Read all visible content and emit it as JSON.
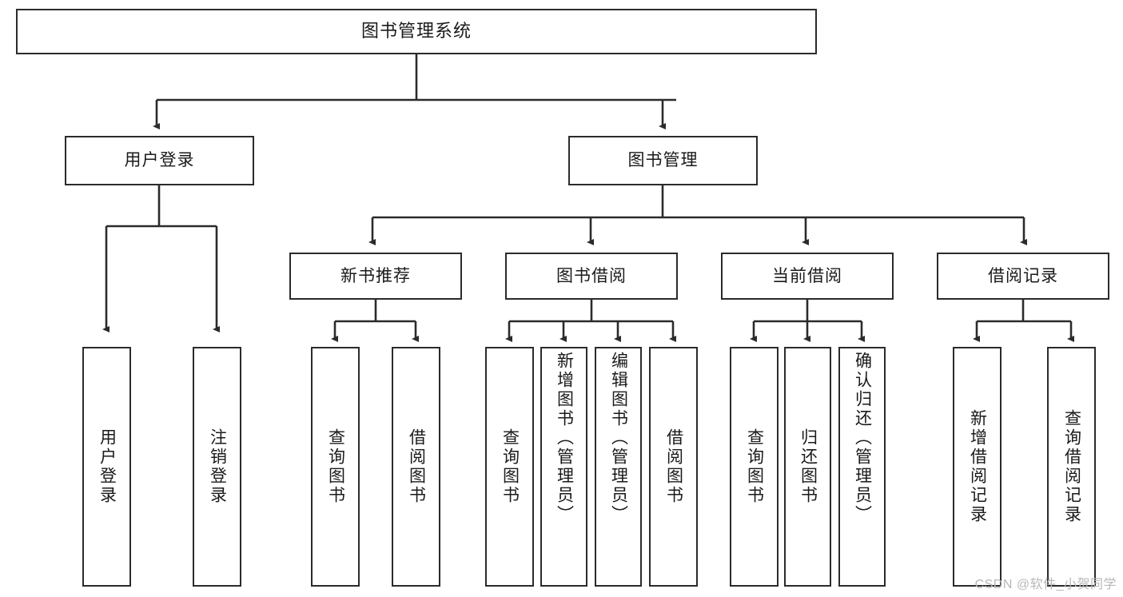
{
  "diagram": {
    "type": "tree-hierarchy",
    "title": "图书管理系统",
    "watermark": "CSDN @软件_小贺同学",
    "colors": {
      "stroke": "#2b2b2b",
      "fill": "#ffffff",
      "text": "#1a1a1a",
      "watermark": "#b8b8b8"
    },
    "root": {
      "label": "图书管理系统"
    },
    "level2": [
      {
        "label": "用户登录"
      },
      {
        "label": "图书管理"
      }
    ],
    "level3": [
      {
        "label": "新书推荐"
      },
      {
        "label": "图书借阅"
      },
      {
        "label": "当前借阅"
      },
      {
        "label": "借阅记录"
      }
    ],
    "leaves": {
      "user_login": [
        {
          "label": "用户登录"
        },
        {
          "label": "注销登录"
        }
      ],
      "new_book_recommend": [
        {
          "label": "查询图书"
        },
        {
          "label": "借阅图书"
        }
      ],
      "book_borrow": [
        {
          "label": "查询图书"
        },
        {
          "label": "新增图书（管理员）"
        },
        {
          "label": "编辑图书（管理员）"
        },
        {
          "label": "借阅图书"
        }
      ],
      "current_borrow": [
        {
          "label": "查询图书"
        },
        {
          "label": "归还图书"
        },
        {
          "label": "确认归还（管理员）"
        }
      ],
      "borrow_records": [
        {
          "label": "新增借阅记录"
        },
        {
          "label": "查询借阅记录"
        }
      ]
    }
  }
}
